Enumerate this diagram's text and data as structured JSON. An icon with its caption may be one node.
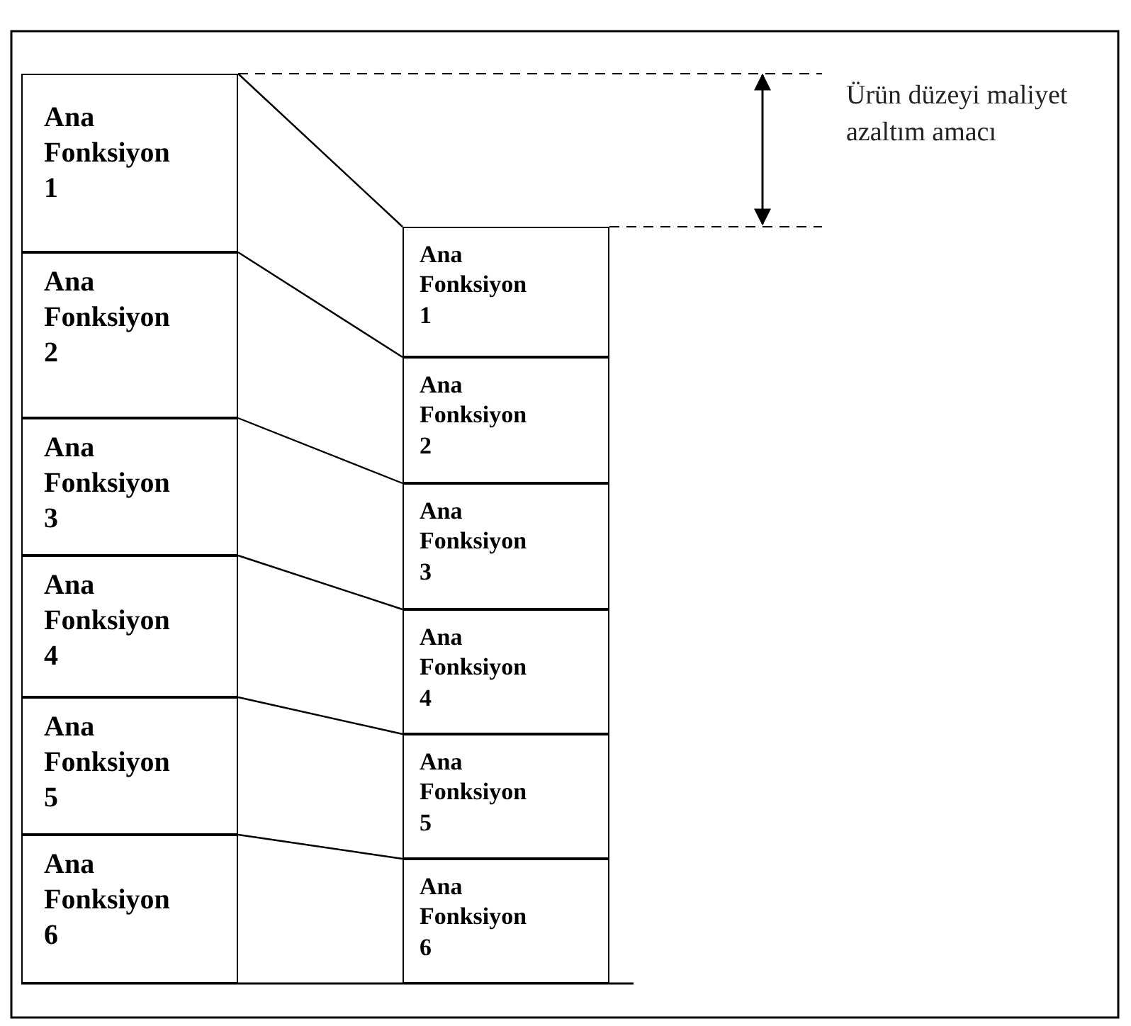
{
  "diagram": {
    "nodes": [
      {
        "text": [
          "Ana Fonksiyon 1"
        ]
      },
      {
        "text": [
          "Ana Fonksiyon 2"
        ]
      },
      {
        "text": [
          "Ana Fonksiyon 3"
        ]
      },
      {
        "text": [
          "Ana Fonksiyon 4"
        ]
      },
      {
        "text": [
          "Ana Fonksiyon 5"
        ]
      },
      {
        "text": [
          "Ana Fonksiyon 6"
        ]
      },
      {
        "text": [
          "Ana Fonksiyon 1"
        ]
      },
      {
        "text": [
          "Ana Fonksiyon 2"
        ]
      },
      {
        "text": [
          "Ana Fonksiyon 3"
        ]
      },
      {
        "text": [
          "Ana Fonksiyon 4"
        ]
      },
      {
        "text": [
          "Ana Fonksiyon 5"
        ]
      },
      {
        "text": [
          "Ana Fonksiyon 6"
        ]
      }
    ],
    "edges": [
      {
        "from": 0,
        "to": 6,
        "arrow": "none"
      },
      {
        "from": 0,
        "to": 6,
        "arrow": "none"
      },
      {
        "from": 1,
        "to": 7,
        "arrow": "none"
      },
      {
        "from": 2,
        "to": 8,
        "arrow": "none"
      },
      {
        "from": 3,
        "to": 9,
        "arrow": "none"
      },
      {
        "from": 4,
        "to": 10,
        "arrow": "none"
      }
    ],
    "labels": [
      "Ürün düzeyi maliyet azaltım amacı"
    ]
  }
}
